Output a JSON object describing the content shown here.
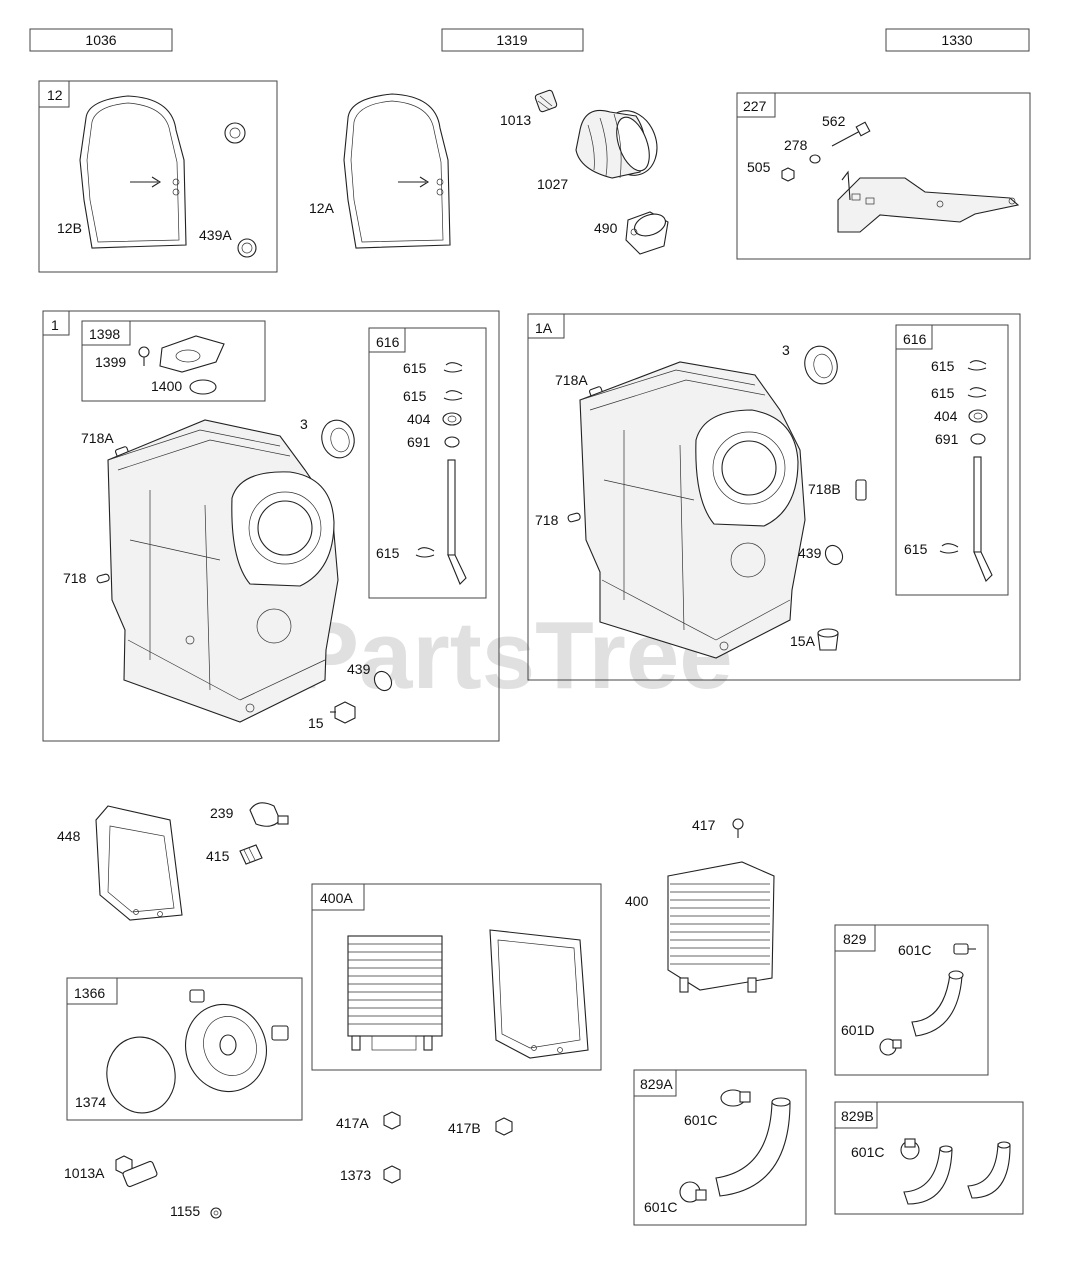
{
  "page": {
    "watermark": "PartsTree"
  },
  "header_codes": [
    {
      "id": "code-1036",
      "text": "1036"
    },
    {
      "id": "code-1319",
      "text": "1319"
    },
    {
      "id": "code-1330",
      "text": "1330"
    }
  ],
  "groups": [
    {
      "id": "12",
      "label": "12"
    },
    {
      "id": "227",
      "label": "227"
    },
    {
      "id": "1",
      "label": "1"
    },
    {
      "id": "1398",
      "label": "1398"
    },
    {
      "id": "616a",
      "label": "616"
    },
    {
      "id": "1A",
      "label": "1A"
    },
    {
      "id": "616b",
      "label": "616"
    },
    {
      "id": "400A",
      "label": "400A"
    },
    {
      "id": "1366",
      "label": "1366"
    },
    {
      "id": "829",
      "label": "829"
    },
    {
      "id": "829A",
      "label": "829A"
    },
    {
      "id": "829B",
      "label": "829B"
    }
  ],
  "parts": [
    {
      "id": "p12B",
      "text": "12B"
    },
    {
      "id": "p439A",
      "text": "439A"
    },
    {
      "id": "p12A",
      "text": "12A"
    },
    {
      "id": "p1013",
      "text": "1013"
    },
    {
      "id": "p1027",
      "text": "1027"
    },
    {
      "id": "p490",
      "text": "490"
    },
    {
      "id": "p562",
      "text": "562"
    },
    {
      "id": "p278",
      "text": "278"
    },
    {
      "id": "p505",
      "text": "505"
    },
    {
      "id": "p1399",
      "text": "1399"
    },
    {
      "id": "p1400",
      "text": "1400"
    },
    {
      "id": "p718A_1",
      "text": "718A"
    },
    {
      "id": "p3_1",
      "text": "3"
    },
    {
      "id": "p718_1",
      "text": "718"
    },
    {
      "id": "p439_1",
      "text": "439"
    },
    {
      "id": "p15",
      "text": "15"
    },
    {
      "id": "p615a1",
      "text": "615"
    },
    {
      "id": "p615a2",
      "text": "615"
    },
    {
      "id": "p404a",
      "text": "404"
    },
    {
      "id": "p691a",
      "text": "691"
    },
    {
      "id": "p615a3",
      "text": "615"
    },
    {
      "id": "p718A_2",
      "text": "718A"
    },
    {
      "id": "p3_2",
      "text": "3"
    },
    {
      "id": "p718_2",
      "text": "718"
    },
    {
      "id": "p718B",
      "text": "718B"
    },
    {
      "id": "p439_2",
      "text": "439"
    },
    {
      "id": "p15A",
      "text": "15A"
    },
    {
      "id": "p615b1",
      "text": "615"
    },
    {
      "id": "p615b2",
      "text": "615"
    },
    {
      "id": "p404b",
      "text": "404"
    },
    {
      "id": "p691b",
      "text": "691"
    },
    {
      "id": "p615b3",
      "text": "615"
    },
    {
      "id": "p448",
      "text": "448"
    },
    {
      "id": "p239",
      "text": "239"
    },
    {
      "id": "p415",
      "text": "415"
    },
    {
      "id": "p417",
      "text": "417"
    },
    {
      "id": "p400",
      "text": "400"
    },
    {
      "id": "p1374",
      "text": "1374"
    },
    {
      "id": "p601C_a",
      "text": "601C"
    },
    {
      "id": "p601D",
      "text": "601D"
    },
    {
      "id": "p601C_b",
      "text": "601C"
    },
    {
      "id": "p601C_c",
      "text": "601C"
    },
    {
      "id": "p601C_d",
      "text": "601C"
    },
    {
      "id": "p417A",
      "text": "417A"
    },
    {
      "id": "p417B",
      "text": "417B"
    },
    {
      "id": "p1373",
      "text": "1373"
    },
    {
      "id": "p1013A",
      "text": "1013A"
    },
    {
      "id": "p1155",
      "text": "1155"
    }
  ]
}
